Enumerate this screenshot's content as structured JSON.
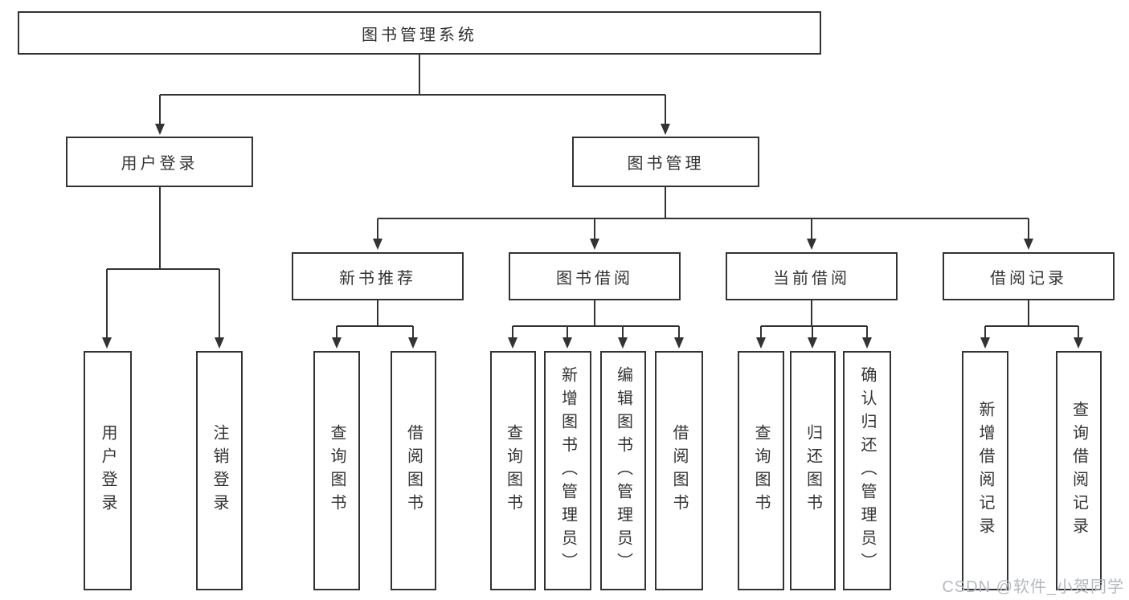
{
  "tree": {
    "label": "图书管理系统",
    "children": [
      {
        "label": "用户登录",
        "children": [
          {
            "label": "用户登录"
          },
          {
            "label": "注销登录"
          }
        ]
      },
      {
        "label": "图书管理",
        "children": [
          {
            "label": "新书推荐",
            "children": [
              {
                "label": "查询图书"
              },
              {
                "label": "借阅图书"
              }
            ]
          },
          {
            "label": "图书借阅",
            "children": [
              {
                "label": "查询图书"
              },
              {
                "label": "新增图书（管理员）"
              },
              {
                "label": "编辑图书（管理员）"
              },
              {
                "label": "借阅图书"
              }
            ]
          },
          {
            "label": "当前借阅",
            "children": [
              {
                "label": "查询图书"
              },
              {
                "label": "归还图书"
              },
              {
                "label": "确认归还（管理员）"
              }
            ]
          },
          {
            "label": "借阅记录",
            "children": [
              {
                "label": "新增借阅记录"
              },
              {
                "label": "查询借阅记录"
              }
            ]
          }
        ]
      }
    ]
  },
  "watermark": {
    "text": "CSDN @软件_小贺同学"
  },
  "colors": {
    "line": "#333333",
    "box_border": "#333333",
    "text": "#333333",
    "watermark_text": "#b5b8c0",
    "background": "#ffffff"
  }
}
